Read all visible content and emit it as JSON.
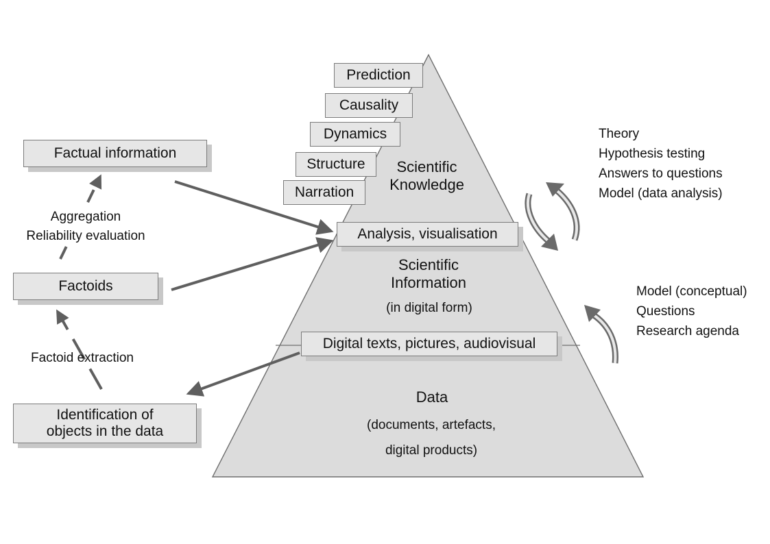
{
  "pyramid": {
    "tiers": {
      "knowledge": "Scientific\nKnowledge",
      "information": "Scientific\nInformation",
      "information_sub": "(in digital form)",
      "data": "Data",
      "data_sub": "(documents, artefacts,\ndigital products)"
    },
    "knowledge_steps": [
      "Prediction",
      "Causality",
      "Dynamics",
      "Structure",
      "Narration"
    ],
    "analysis_box": "Analysis, visualisation",
    "digital_box": "Digital texts, pictures, audiovisual"
  },
  "left_flow": {
    "factual": "Factual information",
    "aggregation": "Aggregation\nReliability evaluation",
    "factoids": "Factoids",
    "extraction": "Factoid extraction",
    "identification": "Identification of\nobjects in the data"
  },
  "right_upper": [
    "Theory",
    "Hypothesis testing",
    "Answers to questions",
    "Model (data analysis)"
  ],
  "right_lower": [
    "Model (conceptual)",
    "Questions",
    "Research agenda"
  ],
  "colors": {
    "pyramid_fill": "#dcdcdc",
    "box_fill": "#e6e6e6",
    "arrow": "#5f5f5f"
  }
}
